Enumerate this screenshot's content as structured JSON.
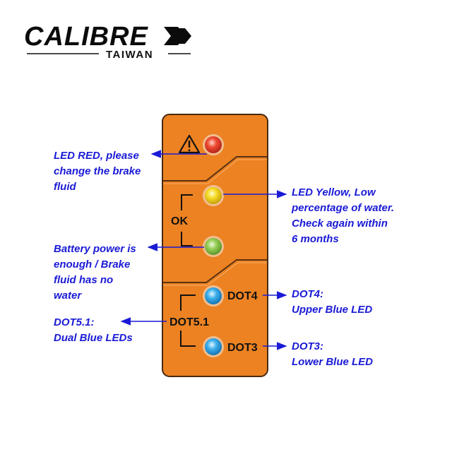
{
  "logo": {
    "brand": "CALIBRE",
    "sub": "TAIWAN"
  },
  "panel": {
    "ok_label": "OK",
    "dot4_label": "DOT4",
    "dot51_label": "DOT5.1",
    "dot3_label": "DOT3"
  },
  "leds": {
    "red": "#e8402a",
    "yellow": "#f2d21e",
    "green": "#8cc84b",
    "blue_upper": "#36a9e6",
    "blue_lower": "#36a9e6",
    "body_color": "#ec8222"
  },
  "callouts": {
    "red": [
      "LED RED, please",
      "change the brake",
      "fluid"
    ],
    "yellow": [
      "LED Yellow, Low",
      "percentage of water.",
      "Check again within",
      "6 months"
    ],
    "green": [
      "Battery power is",
      "enough / Brake",
      "fluid has no",
      "water"
    ],
    "dot4": [
      "DOT4:",
      "Upper Blue LED"
    ],
    "dot51": [
      "DOT5.1:",
      "Dual Blue LEDs"
    ],
    "dot3": [
      "DOT3:",
      "Lower Blue LED"
    ]
  }
}
